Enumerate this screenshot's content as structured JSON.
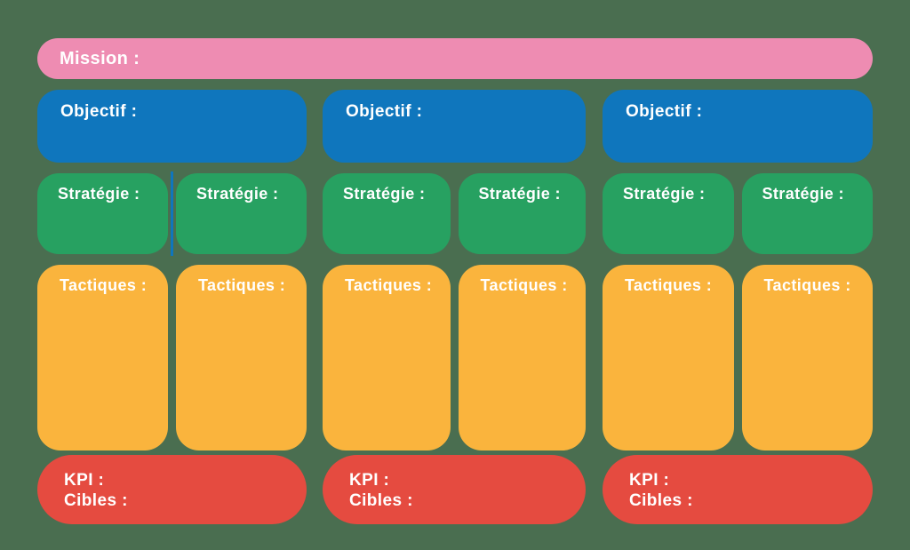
{
  "colors": {
    "background": "#4A6E50",
    "mission": "#EE8CB2",
    "objective": "#0F76BD",
    "strategy": "#27A161",
    "tactic": "#FAB43D",
    "kpi": "#E54B40",
    "text": "#FFFFFF"
  },
  "mission": {
    "label": "Mission :"
  },
  "columns": [
    {
      "objective_label": "Objectif :",
      "strategy_labels": [
        "Stratégie :",
        "Stratégie :"
      ],
      "tactic_labels": [
        "Tactiques :",
        "Tactiques :"
      ],
      "kpi_label": "KPI :",
      "targets_label": "Cibles :"
    },
    {
      "objective_label": "Objectif :",
      "strategy_labels": [
        "Stratégie :",
        "Stratégie :"
      ],
      "tactic_labels": [
        "Tactiques :",
        "Tactiques :"
      ],
      "kpi_label": "KPI :",
      "targets_label": "Cibles :"
    },
    {
      "objective_label": "Objectif :",
      "strategy_labels": [
        "Stratégie :",
        "Stratégie :"
      ],
      "tactic_labels": [
        "Tactiques :",
        "Tactiques :"
      ],
      "kpi_label": "KPI :",
      "targets_label": "Cibles :"
    }
  ]
}
